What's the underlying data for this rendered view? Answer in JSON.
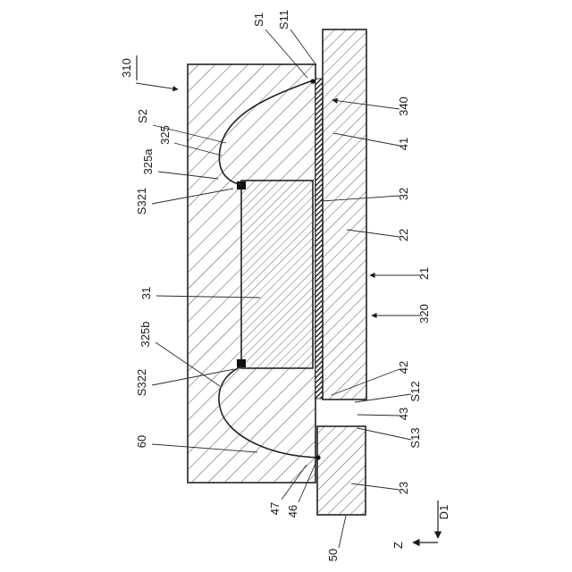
{
  "figure": {
    "labels": {
      "r310": "310",
      "s1": "S1",
      "s11": "S11",
      "s2": "S2",
      "r325": "325",
      "r325a": "325a",
      "s321": "S321",
      "r31": "31",
      "r325b": "325b",
      "s322": "S322",
      "r60": "60",
      "r340": "340",
      "r41": "41",
      "r32": "32",
      "r22": "22",
      "r21": "21",
      "r320": "320",
      "r42": "42",
      "s12": "S12",
      "r43": "43",
      "s13": "S13",
      "r23": "23",
      "r47": "47",
      "r46": "46",
      "r50": "50",
      "d1": "D1",
      "z": "Z"
    },
    "colors": {
      "ink": "#222222",
      "hatch": "#5a5a5a",
      "background": "#ffffff"
    }
  }
}
